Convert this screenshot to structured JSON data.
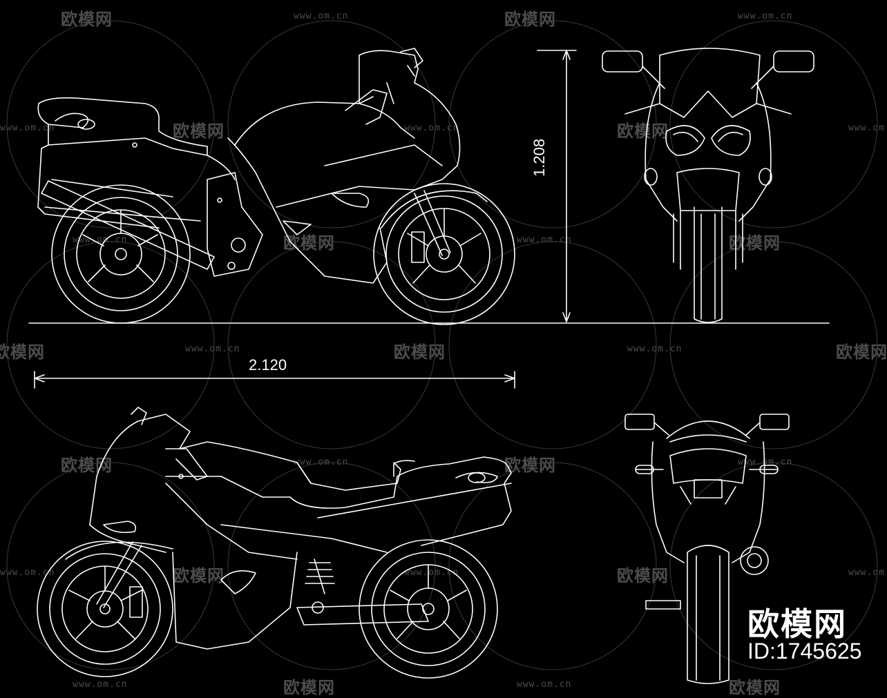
{
  "dimensions": {
    "height": "1.208",
    "length": "2.120"
  },
  "watermark": {
    "logo_text": "欧模网",
    "url_text": "www.om.cn"
  },
  "brand": {
    "name": "欧模网",
    "id": "ID:1745625"
  },
  "colors": {
    "background": "#000000",
    "line": "#ffffff",
    "watermark": "#8a8a8a"
  },
  "views": [
    "side-view-right",
    "front-view",
    "side-view-left",
    "rear-view"
  ]
}
